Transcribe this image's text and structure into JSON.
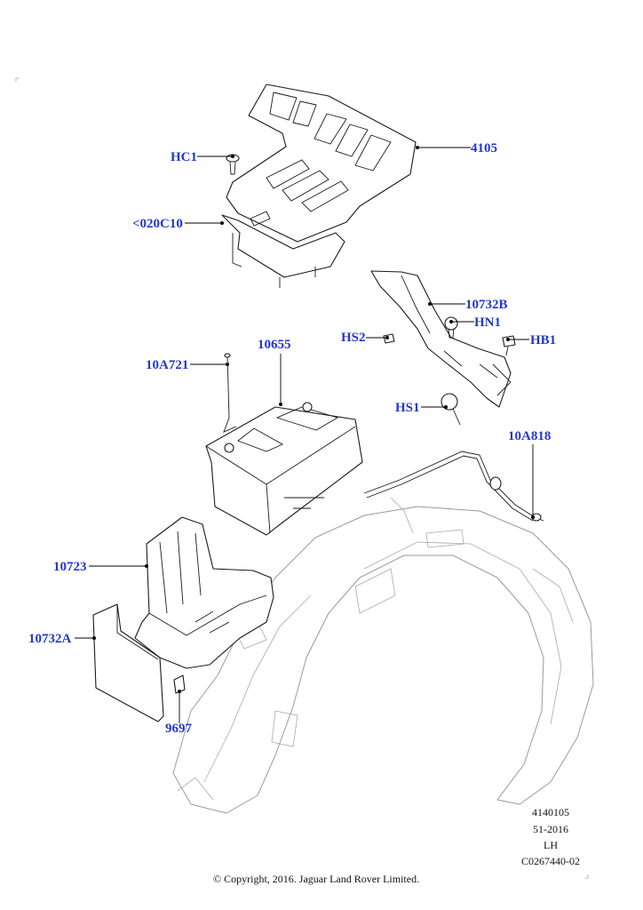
{
  "callouts": {
    "c4105": "4105",
    "hc1": "HC1",
    "c020c10": "<020C10",
    "c10732b": "10732B",
    "hn1": "HN1",
    "hs2": "HS2",
    "hb1": "HB1",
    "c10655": "10655",
    "c10a721": "10A721",
    "hs1": "HS1",
    "c10a818": "10A818",
    "c10723": "10723",
    "c10732a": "10732A",
    "c9697": "9697"
  },
  "reference": {
    "line1": "4140105",
    "line2": "51-2016",
    "line3": "LH",
    "line4": "C0267440-02"
  },
  "copyright": "© Copyright, 2016. Jaguar Land Rover Limited.",
  "colors": {
    "callout_text": "#2437c7",
    "linework": "#1a1a1a",
    "background_part": "#9a9a9a"
  }
}
